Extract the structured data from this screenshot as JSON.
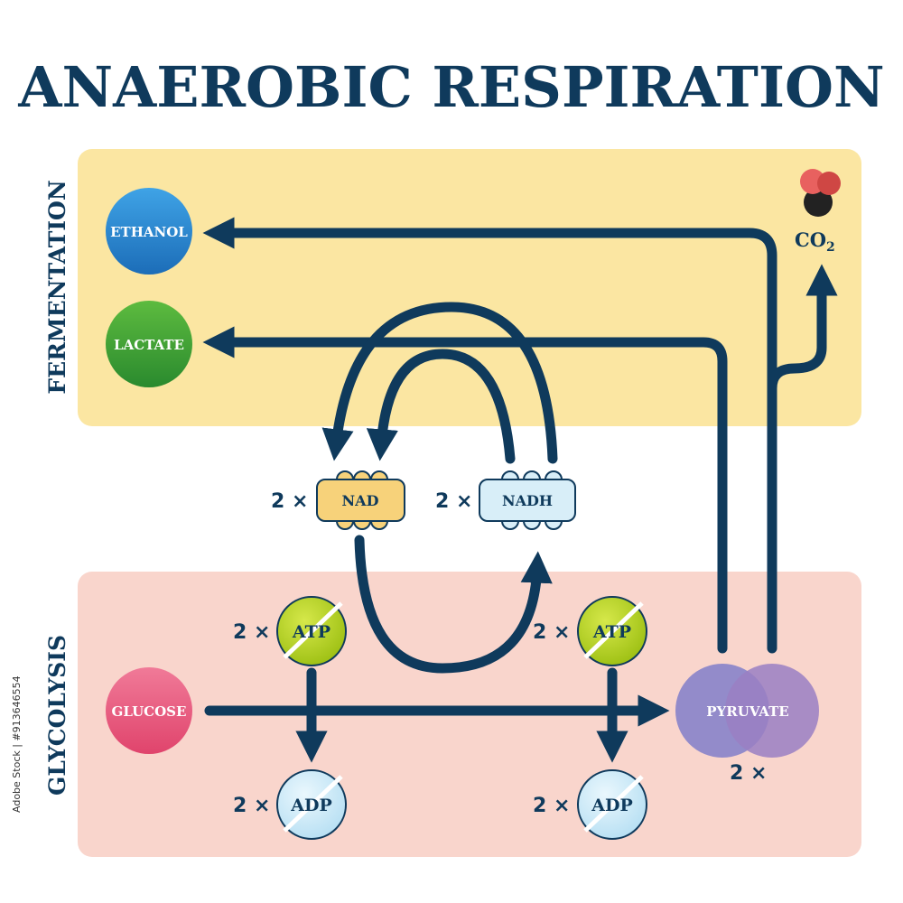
{
  "title": "ANAEROBIC RESPIRATION",
  "zones": {
    "fermentation": {
      "label": "FERMENTATION",
      "color": "#fbe6a2"
    },
    "glycolysis": {
      "label": "GLYCOLYSIS",
      "color": "#f9d5cc"
    }
  },
  "molecules": {
    "ethanol": "ETHANOL",
    "lactate": "LACTATE",
    "glucose": "GLUCOSE",
    "pyruvate": "PYRUVATE",
    "co2_main": "CO",
    "co2_sub": "2"
  },
  "cofactors": {
    "nad": "NAD",
    "nadh": "NADH",
    "atp": "ATP",
    "adp": "ADP"
  },
  "multiplier": "2 ×",
  "watermark": "Adobe Stock | #913646554",
  "colors": {
    "navy": "#0f3a5c",
    "ethanol": "#2a84cf",
    "lactate": "#3a9a35",
    "glucose": "#ec5a7f",
    "pyruvate": "#8f84c4",
    "nad": "#f7d27a",
    "nadh": "#d8eef8",
    "atp": "#b9d21f",
    "adp": "#cfeaf7"
  }
}
